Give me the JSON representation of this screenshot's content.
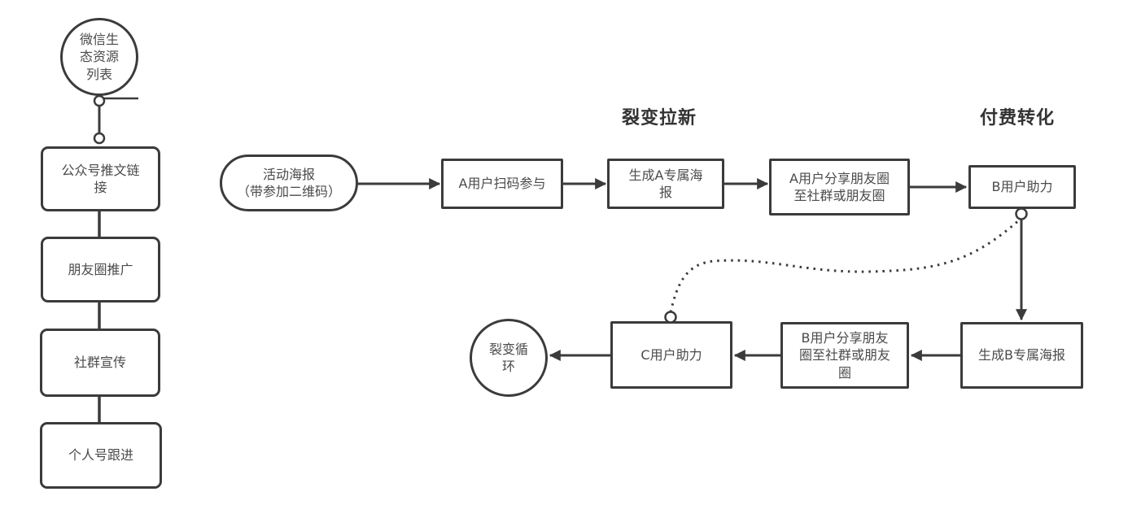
{
  "colors": {
    "line": "#3b3b3b",
    "node_border": "#3b3b3b",
    "node_text": "#4a4a4a",
    "header_text": "#333333",
    "background": "#ffffff"
  },
  "left_panel": {
    "root": {
      "label": "微信生态资源列表"
    },
    "items": [
      {
        "label": "公众号推文链接"
      },
      {
        "label": "朋友圈推广"
      },
      {
        "label": "社群宣传"
      },
      {
        "label": "个人号跟进"
      }
    ]
  },
  "headers": {
    "fission": "裂变拉新",
    "conversion": "付费转化"
  },
  "flow": {
    "start": {
      "label": "活动海报\n（带参加二维码）"
    },
    "row1": [
      {
        "label": "A用户扫码参与"
      },
      {
        "label": "生成A专属海报"
      },
      {
        "label": "A用户分享朋友圈至社群或朋友圈"
      },
      {
        "label": "B用户助力"
      }
    ],
    "row2": [
      {
        "label": "生成B专属海报"
      },
      {
        "label": "B用户分享朋友圈至社群或朋友圈"
      },
      {
        "label": "C用户助力"
      }
    ],
    "loop": {
      "label": "裂变循环"
    }
  }
}
